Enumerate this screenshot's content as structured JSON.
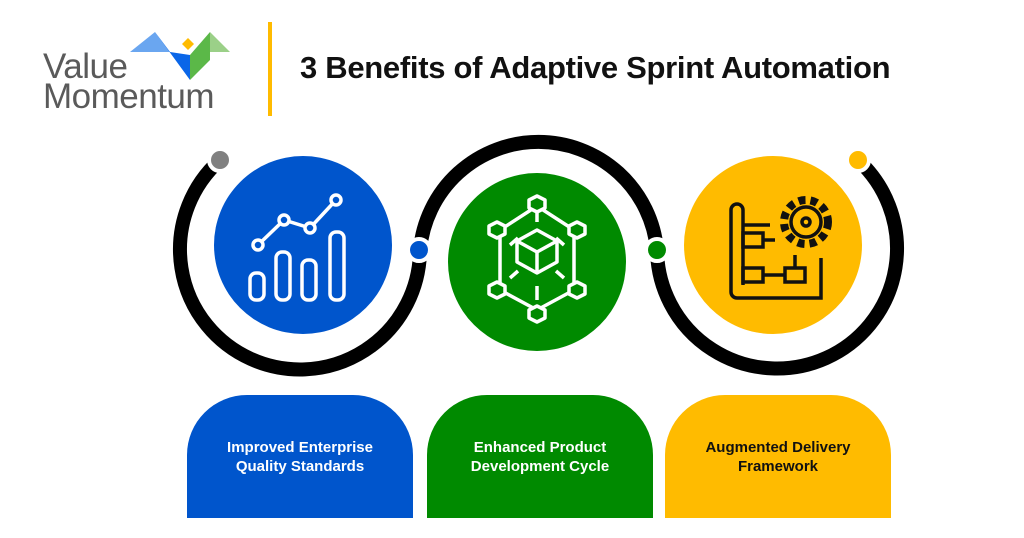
{
  "brand": {
    "line1": "Value",
    "line2": "Momentum"
  },
  "title": "3 Benefits of Adaptive Sprint Automation",
  "colors": {
    "blue": "#0055cc",
    "green": "#008a00",
    "yellow": "#ffbb00",
    "gray": "#808080",
    "arc": "#000000"
  },
  "benefits": [
    {
      "label": "Improved Enterprise Quality Standards",
      "icon": "bar-chart-growth-icon",
      "text_color": "#ffffff"
    },
    {
      "label": "Enhanced Product Development Cycle",
      "icon": "network-cube-icon",
      "text_color": "#ffffff"
    },
    {
      "label": "Augmented Delivery Framework",
      "icon": "blueprint-gear-icon",
      "text_color": "#111111"
    }
  ]
}
